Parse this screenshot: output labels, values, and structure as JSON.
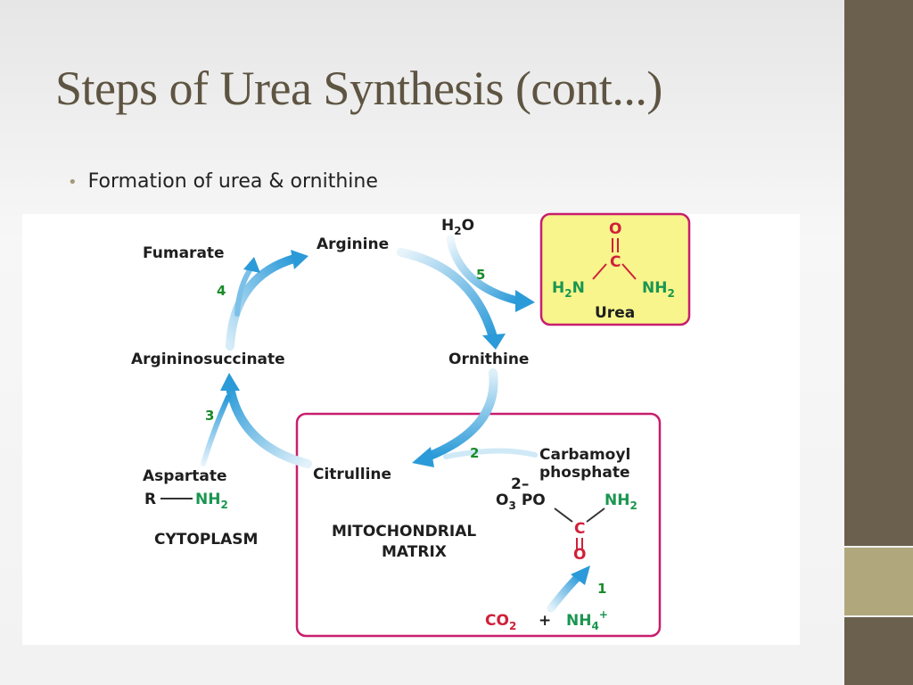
{
  "slide": {
    "title": "Steps of Urea Synthesis (cont...)",
    "bullet": "Formation of urea & ornithine"
  },
  "diagram": {
    "compounds": {
      "arginine": "Arginine",
      "fumarate": "Fumarate",
      "argininosuccinate": "Argininosuccinate",
      "ornithine": "Ornithine",
      "citrulline": "Citrulline",
      "aspartate": "Aspartate",
      "carbamoyl_phosphate_line1": "Carbamoyl",
      "carbamoyl_phosphate_line2": "phosphate",
      "urea": "Urea"
    },
    "step_numbers": [
      "1",
      "2",
      "3",
      "4",
      "5"
    ],
    "water": {
      "h": "H",
      "sub": "2",
      "o": "O"
    },
    "regions": {
      "cytoplasm": "CYTOPLASM",
      "mito_line1": "MITOCHONDRIAL",
      "mito_line2": "MATRIX"
    },
    "urea_structure": {
      "o": "O",
      "c": "C",
      "left": "H",
      "left_sub": "2",
      "left_n": "N",
      "right": "NH",
      "right_sub": "2"
    },
    "carbamoyl_structure": {
      "charge": "2–",
      "o": "O",
      "o_sub": "3",
      "po": "PO",
      "nh": "NH",
      "nh_sub": "2",
      "c": "C",
      "bottom_o": "O"
    },
    "aspartate_group": {
      "r": "R",
      "nh": "NH",
      "nh_sub": "2"
    },
    "step1_inputs": {
      "co": "CO",
      "co_sub": "2",
      "plus": "+",
      "nh": "NH",
      "nh_sub": "4",
      "nh_sup": "+"
    },
    "colors": {
      "arrow_blue": "#2b9ad8",
      "arrow_light": "#cfe9f7",
      "urea_box_fill": "#f7f58c",
      "box_border": "#c81e6e",
      "green_text": "#1a9650",
      "red_text": "#d0203a"
    }
  }
}
